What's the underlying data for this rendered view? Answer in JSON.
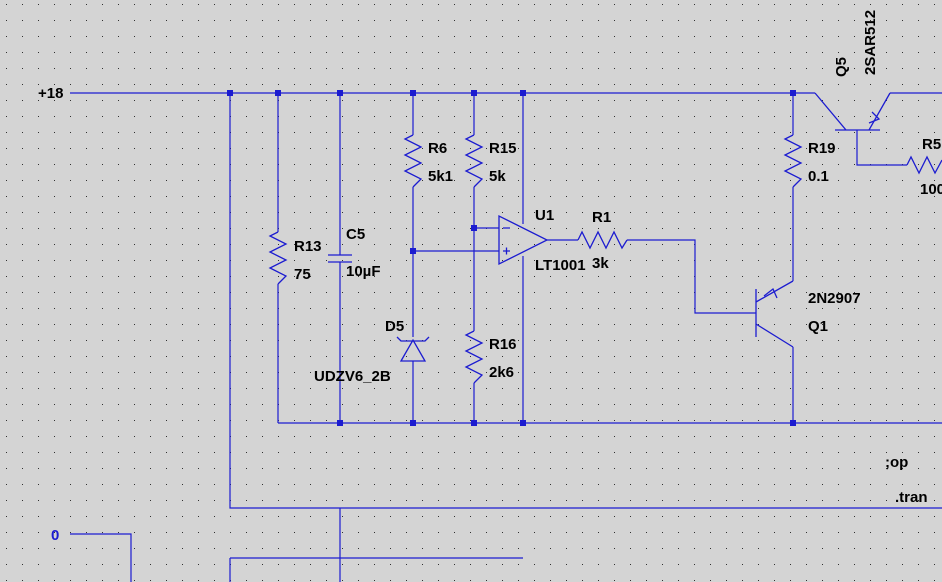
{
  "net_labels": {
    "supply": "+18",
    "ground": "0"
  },
  "components": {
    "r13": {
      "name": "R13",
      "value": "75"
    },
    "c5": {
      "name": "C5",
      "value": "10µF"
    },
    "r6": {
      "name": "R6",
      "value": "5k1"
    },
    "r15": {
      "name": "R15",
      "value": "5k"
    },
    "d5": {
      "name": "D5",
      "value": "UDZV6_2B"
    },
    "r16": {
      "name": "R16",
      "value": "2k6"
    },
    "u1": {
      "name": "U1",
      "value": "LT1001"
    },
    "r1": {
      "name": "R1",
      "value": "3k"
    },
    "r19": {
      "name": "R19",
      "value": "0.1"
    },
    "q1": {
      "name": "Q1",
      "value": "2N2907"
    },
    "q5": {
      "name": "Q5",
      "value": "2SAR512"
    },
    "r5": {
      "name": "R5",
      "value": "100"
    }
  },
  "directives": {
    "op": ";op",
    "tran": ".tran"
  },
  "colors": {
    "wire": "#1c1cd0",
    "background": "#d4d4d4",
    "grid_dot": "#303030"
  }
}
